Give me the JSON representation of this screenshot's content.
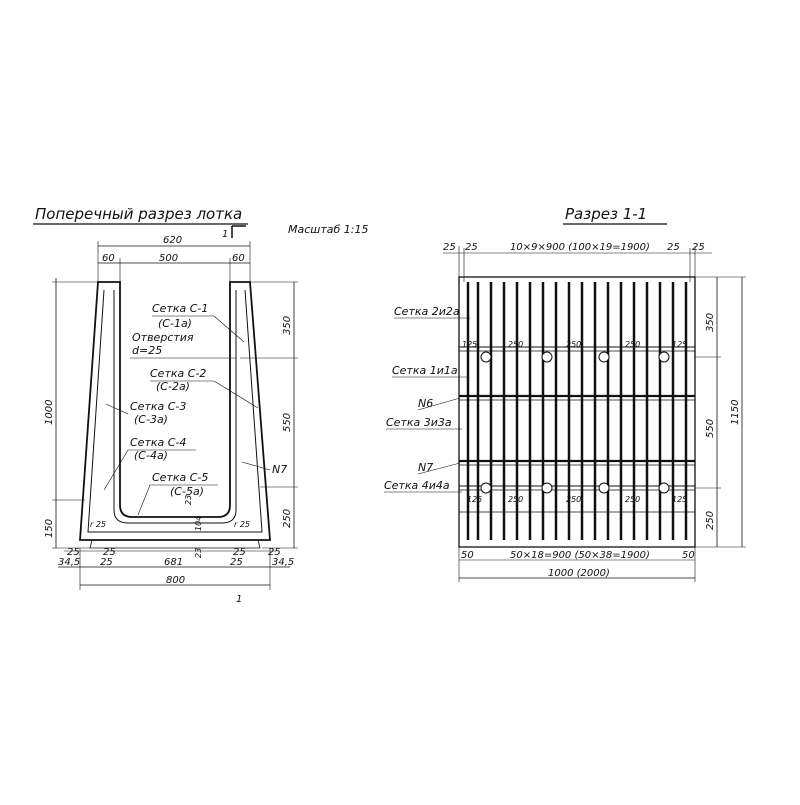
{
  "left": {
    "title": "Поперечный разрез лотка",
    "section_mark": "1",
    "bottom_mark": "1",
    "scale": "Масштаб 1:15",
    "dims_top": {
      "overall": "620",
      "inner": "500",
      "wall_left": "60",
      "wall_right": "60"
    },
    "dims_bottom": {
      "overall": "800",
      "inner": "681",
      "a": "25",
      "b": "25",
      "c": "25",
      "d": "25",
      "e": "34,5",
      "f": "34,5"
    },
    "dims_left": {
      "height": "1000",
      "base": "150"
    },
    "dims_right": {
      "d1": "350",
      "d2": "550",
      "d3": "250"
    },
    "small": {
      "r1": "r 25",
      "r2": "r 25",
      "s1": "23",
      "s2": "104",
      "s3": "23"
    },
    "labels": [
      {
        "name": "Сетка С-1",
        "sub": "(С-1а)"
      },
      {
        "name": "Отверстия",
        "sub": "d=25"
      },
      {
        "name": "Сетка С-2",
        "sub": "(С-2а)"
      },
      {
        "name": "Сетка С-3",
        "sub": "(С-3а)"
      },
      {
        "name": "Сетка С-4",
        "sub": "(С-4а)"
      },
      {
        "name": "Сетка С-5",
        "sub": "(С-5а)"
      }
    ],
    "n7": "N7"
  },
  "right": {
    "title": "Разрез 1-1",
    "top_dims": {
      "a": "25",
      "b": "25",
      "formula": "10×9×900 (100×19=1900)",
      "c": "25",
      "d": "25"
    },
    "bottom_dims": {
      "a": "50",
      "formula": "50×18=900 (50×38=1900)",
      "b": "50",
      "overall": "1000 (2000)"
    },
    "right_dims": {
      "d1": "350",
      "d2": "550",
      "d3": "250",
      "overall": "1150"
    },
    "hole_dims_top": [
      "125",
      "250",
      "250",
      "250",
      "125"
    ],
    "hole_dims_bottom": [
      "125",
      "250",
      "250",
      "250",
      "125"
    ],
    "labels": [
      "Сетка 2и2а",
      "Сетка 1и1а",
      "N6",
      "Сетка 3и3а",
      "N7",
      "Сетка 4и4а"
    ]
  }
}
